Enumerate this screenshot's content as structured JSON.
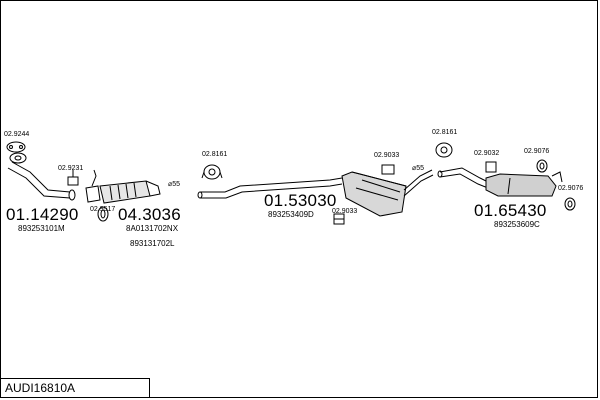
{
  "title": "AUDI16810A",
  "parts": {
    "p1": {
      "number": "01.14290",
      "oe": "893253101M"
    },
    "p2": {
      "number": "04.3036",
      "oe1": "8A0131702NX",
      "oe2": "893131702L"
    },
    "p3": {
      "number": "01.53030",
      "oe": "893253409D"
    },
    "p4": {
      "number": "01.65430",
      "oe": "893253609C"
    }
  },
  "refs": {
    "r1": "02.9244",
    "r2": "02.9231",
    "r3": "02.9517",
    "r4": "02.8161",
    "r5": "02.9033",
    "r6": "02.9033",
    "r7": "02.8161",
    "r8": "02.9032",
    "r9": "02.9076",
    "r10": "02.9076"
  },
  "diameters": {
    "d1": "⌀55",
    "d2": "⌀55"
  }
}
